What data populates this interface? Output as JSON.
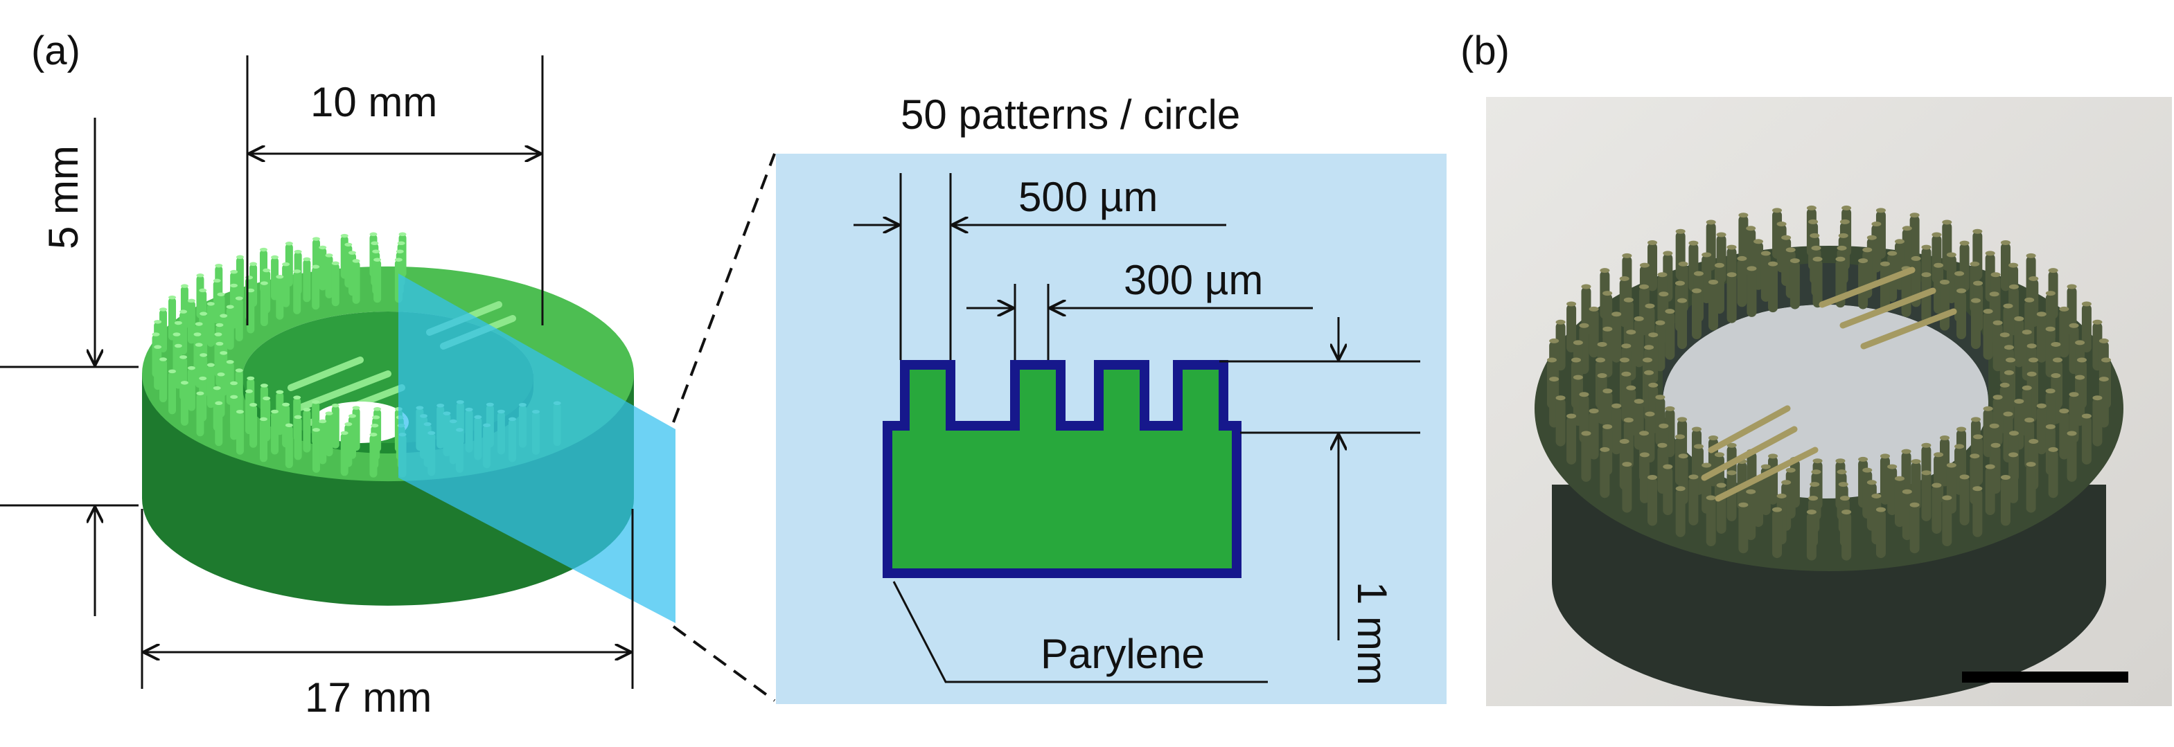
{
  "panel_a": {
    "label": "(a)",
    "dimensions": {
      "inner_diameter": "10 mm",
      "height": "5 mm",
      "outer_diameter": "17 mm"
    },
    "inset": {
      "title": "50 patterns / circle",
      "pitch": "500 µm",
      "width": "300 µm",
      "depth": "1 mm",
      "coating": "Parylene"
    }
  },
  "panel_b": {
    "label": "(b)"
  },
  "colors": {
    "light_green": "#58C95A",
    "dark_green": "#1E7A2E",
    "cyan_plane": "#35C0F0",
    "inset_bg": "#C3E1F4",
    "section_green": "#28A83C",
    "parylene_blue": "#16188C"
  }
}
